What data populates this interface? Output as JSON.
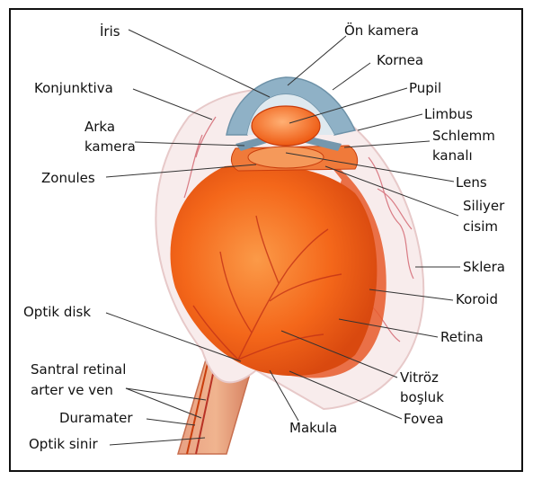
{
  "colors": {
    "eye_orange": "#f4671a",
    "eye_orange_dark": "#c93d0c",
    "sclera": "#f8ecec",
    "vessel": "#d97b84",
    "cornea_blue": "#8fb1c6",
    "leader_line": "#333333"
  },
  "labels": {
    "iris": "İris",
    "on_kamera": "Ön kamera",
    "kornea": "Kornea",
    "pupil": "Pupil",
    "konjunktiva": "Konjunktiva",
    "limbus": "Limbus",
    "arka_kamera_1": "Arka",
    "arka_kamera_2": "kamera",
    "schlemm_1": "Schlemm",
    "schlemm_2": "kanalı",
    "zonules": "Zonules",
    "lens": "Lens",
    "siliyer_1": "Siliyer",
    "siliyer_2": "cisim",
    "sklera": "Sklera",
    "koroid": "Koroid",
    "optik_disk": "Optik disk",
    "retina": "Retina",
    "santral_1": "Santral retinal",
    "santral_2": "arter ve ven",
    "vitroz_1": "Vitröz",
    "vitroz_2": "boşluk",
    "duramater": "Duramater",
    "makula": "Makula",
    "fovea": "Fovea",
    "optik_sinir": "Optik sinir"
  }
}
